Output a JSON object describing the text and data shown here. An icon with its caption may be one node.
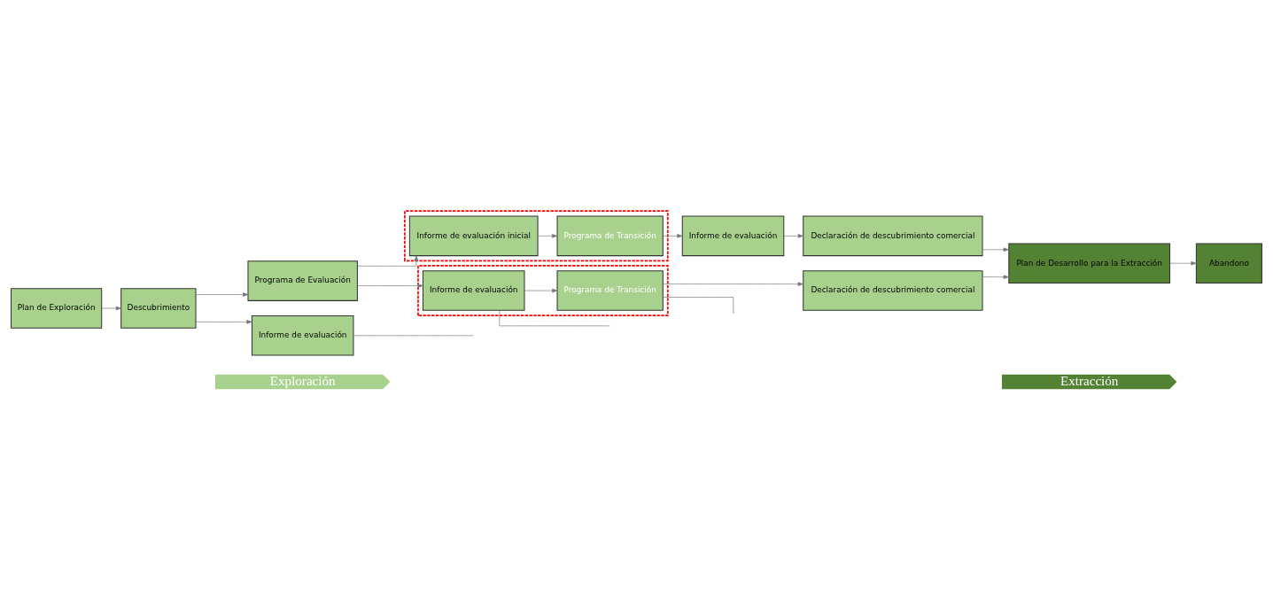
{
  "diagram": {
    "nodes": [
      {
        "text": [
          "Exploración"
        ]
      },
      {
        "text": [
          "Extracción"
        ]
      },
      {
        "text": [
          "Plan de Exploración"
        ]
      },
      {
        "text": [
          "Descubrimiento"
        ]
      },
      {
        "text": [
          "Programa de Evaluación"
        ]
      },
      {
        "text": [],
        "shape": "box"
      },
      {
        "text": [
          "Informe de evaluación inicial"
        ],
        "in": 5
      },
      {
        "text": [
          "Programa de Transición"
        ],
        "in": 5
      },
      {
        "text": [
          "Informe de evaluación"
        ]
      },
      {
        "text": [
          "Declaración de descubrimiento comercial"
        ]
      },
      {
        "text": [
          "Plan de Desarrollo para la Extracción"
        ]
      },
      {
        "text": [
          "Abandono"
        ]
      },
      {
        "text": [],
        "shape": "box"
      },
      {
        "text": [
          "Informe de evaluación"
        ],
        "in": 12
      },
      {
        "text": [
          "Programa de Transición"
        ],
        "in": 12
      },
      {
        "text": [
          "Informe de evaluación"
        ]
      },
      {
        "text": [
          "Declaración de descubrimiento comercial"
        ]
      }
    ],
    "edges": [
      {
        "from": 2,
        "to": 3,
        "arrow": "to"
      },
      {
        "from": 3,
        "to": 4,
        "arrow": "to"
      },
      {
        "from": 3,
        "to": 15,
        "arrow": "to"
      },
      {
        "from": 4,
        "to": 6,
        "arrow": "to"
      },
      {
        "from": 4,
        "to": 13,
        "arrow": "to"
      },
      {
        "from": 6,
        "to": 7,
        "arrow": "to"
      },
      {
        "from": 7,
        "to": 8,
        "arrow": "to"
      },
      {
        "from": 8,
        "to": 9,
        "arrow": "to"
      },
      {
        "from": 9,
        "to": 10,
        "arrow": "to"
      },
      {
        "from": 13,
        "to": 14,
        "arrow": "to"
      },
      {
        "from": 13,
        "to": null,
        "arrow": "none"
      },
      {
        "from": 15,
        "to": null,
        "arrow": "none"
      },
      {
        "from": 14,
        "to": 16,
        "arrow": "to"
      },
      {
        "from": 14,
        "to": null,
        "arrow": "none"
      },
      {
        "from": 16,
        "to": 10,
        "arrow": "to"
      },
      {
        "from": 10,
        "to": 11,
        "arrow": "to"
      }
    ]
  }
}
